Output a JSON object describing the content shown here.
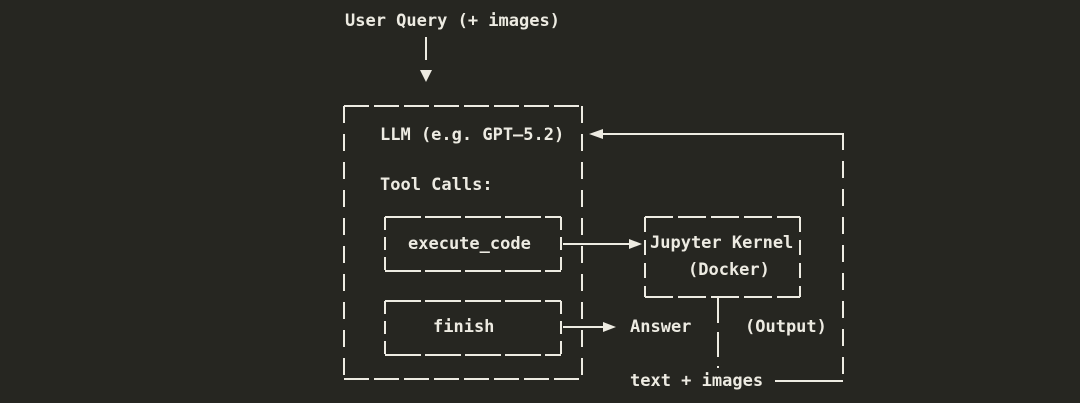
{
  "theme": {
    "background": "#262621",
    "foreground": "#EDEBE2"
  },
  "top": {
    "user_query_label": "User Query (+ images)"
  },
  "llm_box": {
    "title": "LLM (e.g. GPT–5.2)",
    "tool_calls_label": "Tool Calls:",
    "tools": [
      {
        "label": "execute_code"
      },
      {
        "label": "finish"
      }
    ]
  },
  "kernel_box": {
    "line1": "Jupyter Kernel",
    "line2": "(Docker)"
  },
  "outputs": {
    "answer_label": "Answer",
    "output_label": "(Output)",
    "feedback_label": "text + images"
  }
}
